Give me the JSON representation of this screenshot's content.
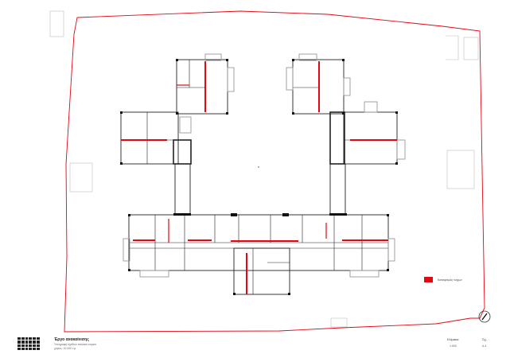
{
  "legend": {
    "label": "Καταιγισμός τοίχων",
    "color": "#e30613"
  },
  "titleblock": {
    "title": "Έργο ανακαίνισης",
    "subtitle_line1": "Υπογραφή σχεδίου παλαιού κτιρίου",
    "subtitle_line2": "χώρος: 10.000 τ.μ.",
    "scale_label": "Κλίμακα",
    "scale_value": "1:500",
    "sheet_label": "Σχ.",
    "sheet_value": "Α.4"
  },
  "colors": {
    "site_boundary": "#e30613",
    "demolition": "#e30613",
    "walls": "#111111",
    "context": "#bbbbbb"
  },
  "icons": {
    "north_arrow": "north-arrow-icon",
    "logo": "office-logo"
  }
}
